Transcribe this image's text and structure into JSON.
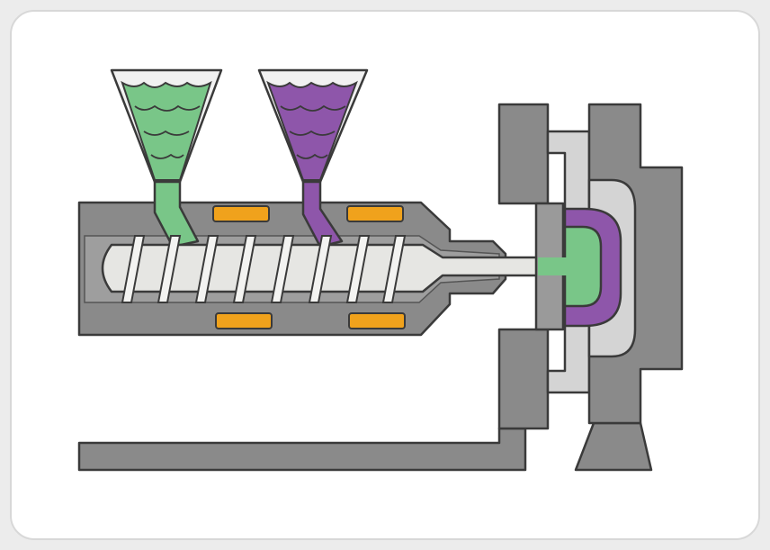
{
  "diagram": {
    "colors": {
      "background": "#ececec",
      "card": "#ffffff",
      "steel_dark": "#808080",
      "steel_mid": "#9a9a9a",
      "steel_light": "#d4d4d4",
      "screw": "#e6e6e3",
      "heater": "#f0a21c",
      "material_a": "#79c688",
      "material_b": "#8e56aa",
      "outline": "#3a3a3a"
    },
    "materials": [
      {
        "id": "material-a",
        "color": "#79c688"
      },
      {
        "id": "material-b",
        "color": "#8e56aa"
      }
    ],
    "components": [
      "hopper",
      "hopper",
      "barrel",
      "screw",
      "heater-band",
      "heater-band",
      "heater-band",
      "heater-band",
      "nozzle",
      "mold-fixed-platen",
      "mold-moving-platen",
      "mold-cavity",
      "machine-base",
      "clamp-support"
    ]
  }
}
